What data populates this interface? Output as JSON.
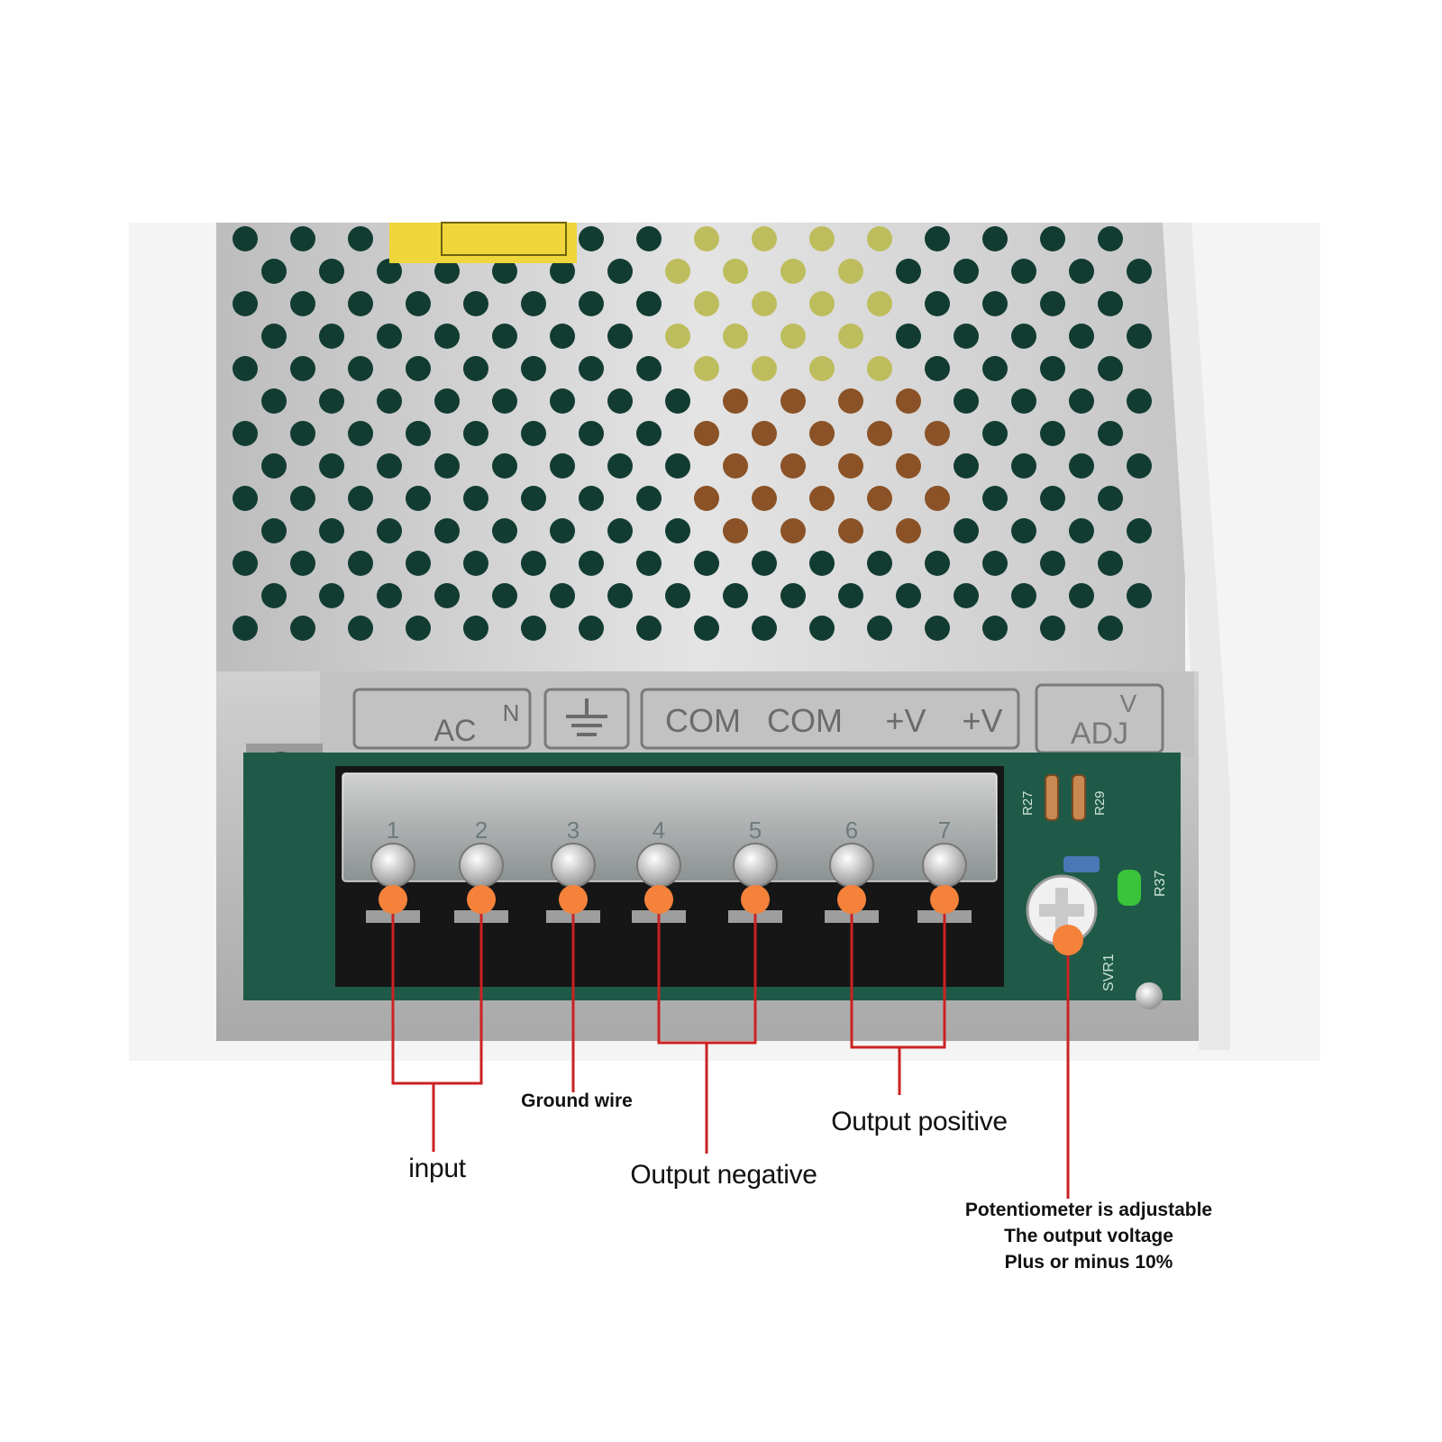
{
  "colors": {
    "callout_line": "#cc2222",
    "callout_dot": "#f5823a",
    "chassis": "#d6d6d6",
    "terminal_block": "#161616",
    "pcb": "#1f5a48"
  },
  "printed_marks": {
    "ac_label": "AC",
    "n_label": "N",
    "com_1": "COM",
    "com_2": "COM",
    "v_plus_1": "+V",
    "v_plus_2": "+V",
    "adj_top": "V",
    "adj_bottom": "ADJ",
    "pcb_r27": "R27",
    "pcb_r29": "R29",
    "pcb_r37": "R37",
    "pcb_svr1": "SVR1"
  },
  "terminal_numbers": [
    "1",
    "2",
    "3",
    "4",
    "5",
    "6",
    "7"
  ],
  "callouts": {
    "input": "input",
    "ground_wire": "Ground wire",
    "output_negative": "Output negative",
    "output_positive": "Output positive",
    "potentiometer": [
      "Potentiometer is adjustable",
      "The output voltage",
      "Plus or minus 10%"
    ]
  }
}
